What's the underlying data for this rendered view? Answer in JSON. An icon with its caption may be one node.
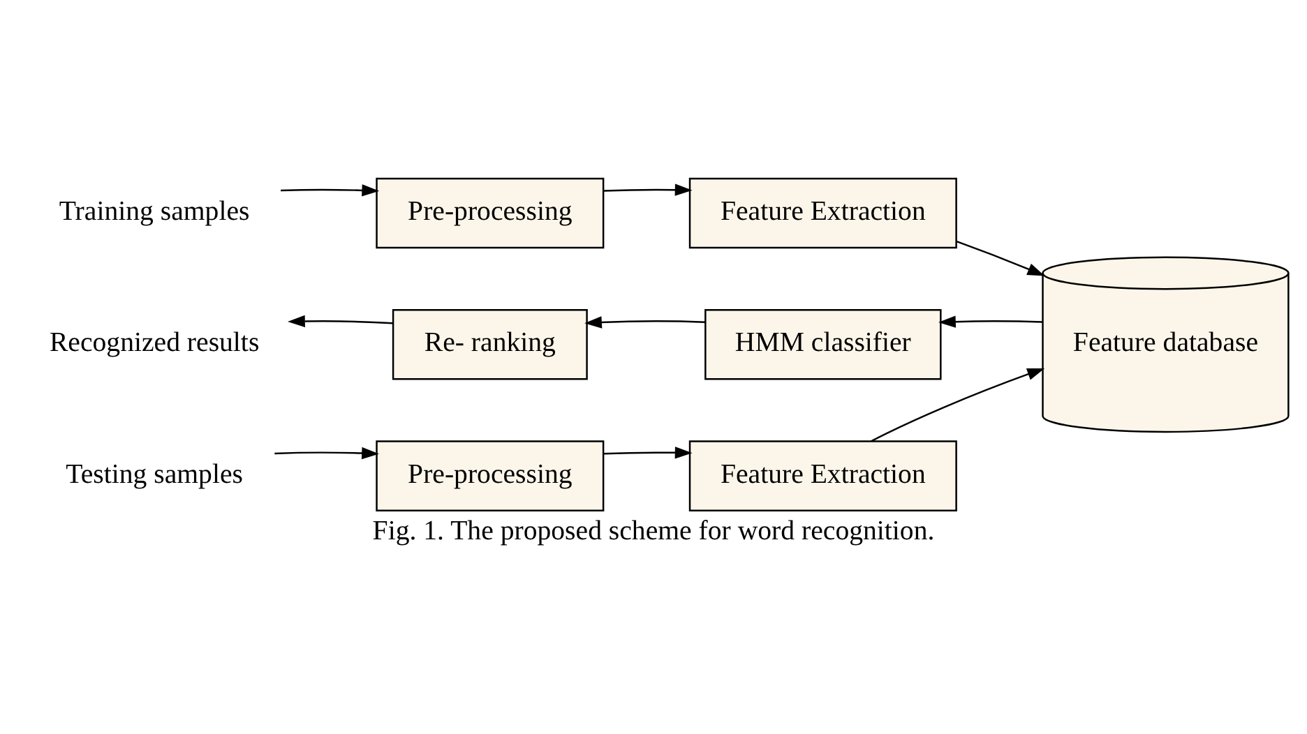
{
  "diagram": {
    "caption": "Fig. 1. The proposed scheme for word recognition.",
    "nodes": [
      {
        "text": [
          "Training samples"
        ]
      },
      {
        "text": [
          "Pre-processing"
        ]
      },
      {
        "text": [
          "Feature Extraction"
        ]
      },
      {
        "text": [
          "Feature database"
        ]
      },
      {
        "text": [
          "HMM classifier"
        ]
      },
      {
        "text": [
          "Re- ranking"
        ]
      },
      {
        "text": [
          "Recognized results"
        ]
      },
      {
        "text": [
          "Testing samples"
        ]
      },
      {
        "text": [
          "Pre-processing"
        ]
      },
      {
        "text": [
          "Feature Extraction"
        ]
      }
    ],
    "edges": [
      {
        "from": 0,
        "to": 1,
        "arrow": "to"
      },
      {
        "from": 1,
        "to": 2,
        "arrow": "to"
      },
      {
        "from": 2,
        "to": 3,
        "arrow": "to"
      },
      {
        "from": 3,
        "to": 4,
        "arrow": "to"
      },
      {
        "from": 4,
        "to": 5,
        "arrow": "to"
      },
      {
        "from": 5,
        "to": 6,
        "arrow": "to"
      },
      {
        "from": 7,
        "to": 8,
        "arrow": "to"
      },
      {
        "from": 8,
        "to": 9,
        "arrow": "to"
      },
      {
        "from": 9,
        "to": 3,
        "arrow": "to"
      }
    ]
  }
}
